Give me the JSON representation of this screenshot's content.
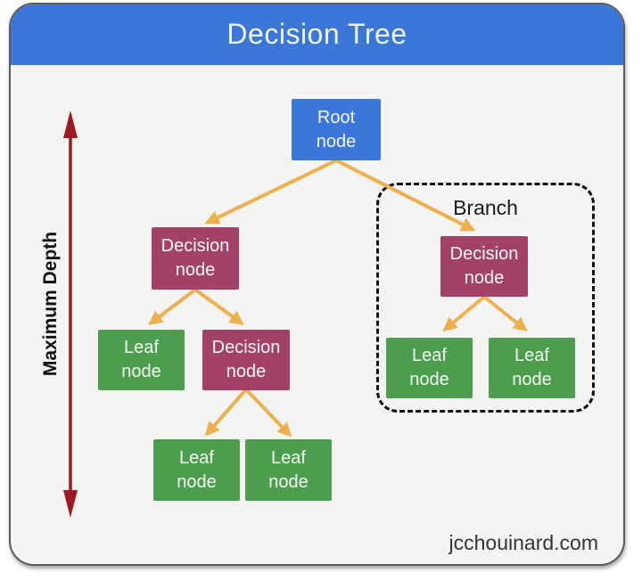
{
  "header": {
    "title": "Decision Tree"
  },
  "depth_axis": {
    "label": "Maximum Depth"
  },
  "branch": {
    "label": "Branch"
  },
  "nodes": {
    "root": {
      "label": "Root\nnode",
      "type": "root"
    },
    "left_decision": {
      "label": "Decision\nnode",
      "type": "decision"
    },
    "left_leaf": {
      "label": "Leaf\nnode",
      "type": "leaf"
    },
    "mid_decision": {
      "label": "Decision\nnode",
      "type": "decision"
    },
    "bottom_leaf_left": {
      "label": "Leaf\nnode",
      "type": "leaf"
    },
    "bottom_leaf_right": {
      "label": "Leaf\nnode",
      "type": "leaf"
    },
    "branch_decision": {
      "label": "Decision\nnode",
      "type": "decision"
    },
    "branch_leaf_left": {
      "label": "Leaf\nnode",
      "type": "leaf"
    },
    "branch_leaf_right": {
      "label": "Leaf\nnode",
      "type": "leaf"
    }
  },
  "footer": {
    "watermark": "jcchouinard.com"
  },
  "colors": {
    "header_blue": "#3b77d8",
    "node_blue": "#3b77d8",
    "decision_purple": "#a34169",
    "leaf_green": "#4c9e4e",
    "edge_orange": "#edb04c",
    "depth_arrow_red": "#9e1a1e",
    "card_background": "#f4f4f3",
    "title_text": "#eef3fc"
  }
}
